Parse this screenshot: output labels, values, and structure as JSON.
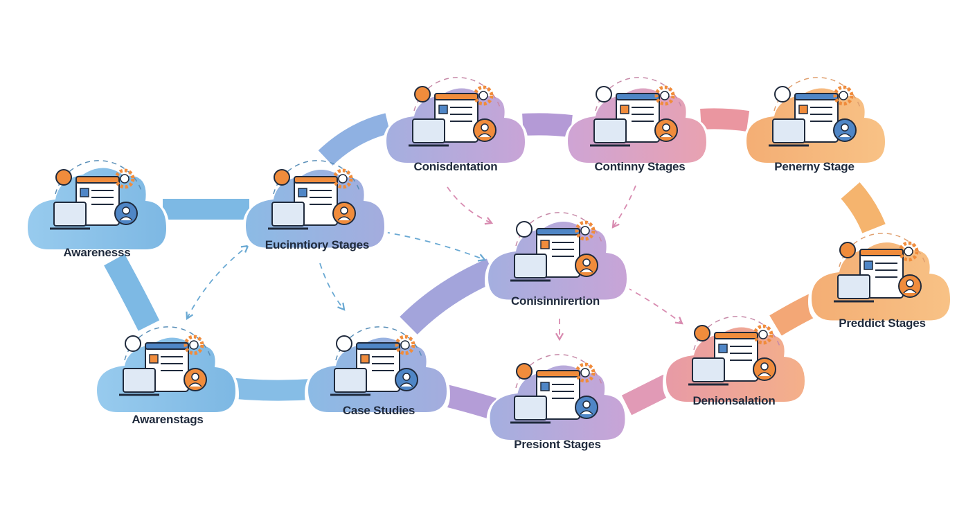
{
  "diagram": {
    "type": "journey-flow",
    "palette": {
      "blue": "#7db9e4",
      "blue_light": "#a9d2f0",
      "indigo": "#8f9fd8",
      "purple": "#b29bd6",
      "pink": "#d996b8",
      "salmon": "#ee9a8c",
      "orange": "#f3a765",
      "orange_light": "#f8c38a",
      "ink": "#1f2a3c",
      "accent_orange": "#f08c3c",
      "accent_blue": "#4f86c6"
    },
    "nodes": [
      {
        "id": "awareness",
        "label": "Awarenesss",
        "icon": "email-checklist-icon",
        "tone": "blue"
      },
      {
        "id": "awareness_stage",
        "label": "Awarenstags",
        "icon": "chat-document-icon",
        "tone": "blue"
      },
      {
        "id": "educational",
        "label": "Eucinntiory Stages",
        "icon": "laptop-presentation-icon",
        "tone": "indigo"
      },
      {
        "id": "case_studies",
        "label": "Case Studies",
        "icon": "laptop-gear-icon",
        "tone": "indigo"
      },
      {
        "id": "consideration_top",
        "label": "Conisdentation",
        "icon": "analytics-gear-icon",
        "tone": "purple"
      },
      {
        "id": "consideration_mid",
        "label": "Conisinnirertion",
        "icon": "dashboard-profile-icon",
        "tone": "purple"
      },
      {
        "id": "present_stages",
        "label": "Presiont Stages",
        "icon": "team-checklist-icon",
        "tone": "purple"
      },
      {
        "id": "continuity",
        "label": "Continny Stages",
        "icon": "report-idea-icon",
        "tone": "pink"
      },
      {
        "id": "decision",
        "label": "Denionsalation",
        "icon": "support-target-icon",
        "tone": "salmon"
      },
      {
        "id": "penerny",
        "label": "Penerny Stage",
        "icon": "presenter-screen-icon",
        "tone": "orange"
      },
      {
        "id": "product",
        "label": "Preddict Stages",
        "icon": "video-download-icon",
        "tone": "orange"
      }
    ],
    "ribbons": [
      {
        "from": "awareness",
        "to": "educational"
      },
      {
        "from": "awareness",
        "to": "awareness_stage"
      },
      {
        "from": "awareness_stage",
        "to": "case_studies"
      },
      {
        "from": "educational",
        "to": "consideration_top"
      },
      {
        "from": "case_studies",
        "to": "consideration_mid"
      },
      {
        "from": "case_studies",
        "to": "present_stages"
      },
      {
        "from": "consideration_top",
        "to": "continuity"
      },
      {
        "from": "continuity",
        "to": "penerny"
      },
      {
        "from": "penerny",
        "to": "product"
      },
      {
        "from": "present_stages",
        "to": "decision"
      },
      {
        "from": "decision",
        "to": "product"
      }
    ],
    "dashed_arrows": [
      {
        "from": "awareness_stage",
        "to": "educational",
        "bidirectional": true
      },
      {
        "from": "educational",
        "to": "case_studies"
      },
      {
        "from": "educational",
        "to": "consideration_mid"
      },
      {
        "from": "consideration_top",
        "to": "consideration_mid"
      },
      {
        "from": "continuity",
        "to": "consideration_mid"
      },
      {
        "from": "consideration_mid",
        "to": "present_stages"
      },
      {
        "from": "consideration_mid",
        "to": "decision"
      }
    ]
  }
}
